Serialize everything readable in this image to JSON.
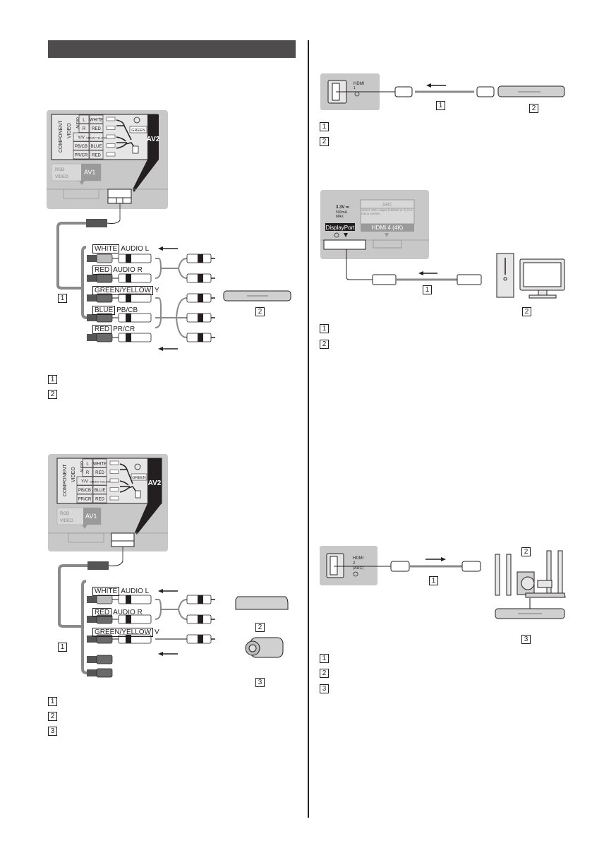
{
  "page": {
    "section_header": ""
  },
  "diagram_av2_component": {
    "panel": {
      "component_label": "COMPONENT",
      "video_label": "VIDEO",
      "audio_label": "AUDIO",
      "rows": [
        {
          "signal": "L",
          "color": "WHITE"
        },
        {
          "signal": "R",
          "color": "RED"
        },
        {
          "signal": "Y/V",
          "color": "GREEN/ YELLOW"
        },
        {
          "signal": "PB/CB",
          "color": "BLUE"
        },
        {
          "signal": "PR/CR",
          "color": "RED"
        }
      ],
      "green_tag": "GREEN",
      "av2_label": "AV2",
      "av1_label": "AV1",
      "av1_rgb": "RGB",
      "av1_video": "VIDEO"
    },
    "cables": [
      {
        "color_tag": "WHITE",
        "signal": "AUDIO L"
      },
      {
        "color_tag": "RED",
        "signal": "AUDIO R"
      },
      {
        "color_tag": "GREEN/YELLOW",
        "signal": "Y"
      },
      {
        "color_tag": "BLUE",
        "signal": "PB/CB"
      },
      {
        "color_tag": "RED",
        "signal": "PR/CR"
      }
    ],
    "callouts": [
      "1",
      "2"
    ],
    "legend": [
      "1",
      "2"
    ]
  },
  "diagram_av2_composite": {
    "panel": {
      "component_label": "COMPONENT",
      "video_label": "VIDEO",
      "audio_label": "AUDIO",
      "rows": [
        {
          "signal": "L",
          "color": "WHITE"
        },
        {
          "signal": "R",
          "color": "RED"
        },
        {
          "signal": "Y/V",
          "color": "GREEN/ YELLOW"
        },
        {
          "signal": "PB/CB",
          "color": "BLUE"
        },
        {
          "signal": "PR/CR",
          "color": "RED"
        }
      ],
      "green_tag": "GREEN",
      "av2_label": "AV2",
      "av1_label": "AV1",
      "av1_rgb": "RGB",
      "av1_video": "VIDEO"
    },
    "cables": [
      {
        "color_tag": "WHITE",
        "signal": "AUDIO L"
      },
      {
        "color_tag": "RED",
        "signal": "AUDIO R"
      },
      {
        "color_tag": "GREEN/YELLOW",
        "signal": "V"
      }
    ],
    "callouts": [
      "1",
      "2",
      "3"
    ],
    "legend": [
      "1",
      "2",
      "3"
    ]
  },
  "diagram_hdmi1": {
    "port_label": "HDMI",
    "port_number": "1",
    "callouts": [
      "1",
      "2"
    ],
    "legend": [
      "1",
      "2"
    ]
  },
  "diagram_displayport": {
    "power_spec": "3.3V ⎓",
    "current_spec": "500mA",
    "max_label": "MAX",
    "displayport_label": "DisplayPort",
    "arc_title": "ARC",
    "arc_note": "Select ARC output (HDMI2 or 4) in a menu screen.",
    "hdmi4_label": "HDMI 4 (4K)",
    "callouts": [
      "1",
      "2"
    ],
    "legend": [
      "1",
      "2"
    ]
  },
  "diagram_hdmi2_arc": {
    "port_label": "HDMI",
    "port_number": "2",
    "arc_label": "(ARC)",
    "callouts": [
      "1",
      "2",
      "3"
    ],
    "legend": [
      "1",
      "2",
      "3"
    ]
  },
  "colors": {
    "section_bar": "#4e4c4d",
    "panel_gray": "#c8c8c8",
    "panel_dark": "#231f20",
    "cable_gray": "#8a8a8a"
  }
}
